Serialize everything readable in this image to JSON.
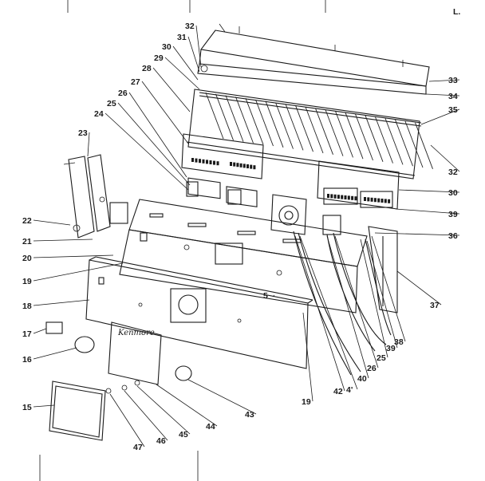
{
  "callouts": [
    {
      "id": "c32a",
      "text": "32"
    },
    {
      "id": "c31",
      "text": "31"
    },
    {
      "id": "c30a",
      "text": "30"
    },
    {
      "id": "c29",
      "text": "29"
    },
    {
      "id": "c28",
      "text": "28"
    },
    {
      "id": "c27",
      "text": "27"
    },
    {
      "id": "c26a",
      "text": "26"
    },
    {
      "id": "c25a",
      "text": "25"
    },
    {
      "id": "c24",
      "text": "24"
    },
    {
      "id": "c23",
      "text": "23"
    },
    {
      "id": "c33",
      "text": "33"
    },
    {
      "id": "c34",
      "text": "34"
    },
    {
      "id": "c35",
      "text": "35"
    },
    {
      "id": "c32b",
      "text": "32"
    },
    {
      "id": "c30b",
      "text": "30"
    },
    {
      "id": "c39a",
      "text": "39"
    },
    {
      "id": "c36",
      "text": "36"
    },
    {
      "id": "c37",
      "text": "37"
    },
    {
      "id": "c22",
      "text": "22"
    },
    {
      "id": "c21",
      "text": "21"
    },
    {
      "id": "c20",
      "text": "20"
    },
    {
      "id": "c19a",
      "text": "19"
    },
    {
      "id": "c18",
      "text": "18"
    },
    {
      "id": "c17",
      "text": "17"
    },
    {
      "id": "c16",
      "text": "16"
    },
    {
      "id": "c15",
      "text": "15"
    },
    {
      "id": "c47",
      "text": "47"
    },
    {
      "id": "c46",
      "text": "46"
    },
    {
      "id": "c45",
      "text": "45"
    },
    {
      "id": "c44",
      "text": "44"
    },
    {
      "id": "c43",
      "text": "43"
    },
    {
      "id": "c19b",
      "text": "19"
    },
    {
      "id": "c42",
      "text": "42"
    },
    {
      "id": "c4",
      "text": "4'"
    },
    {
      "id": "c40",
      "text": "40"
    },
    {
      "id": "c26b",
      "text": "26"
    },
    {
      "id": "c25b",
      "text": "25"
    },
    {
      "id": "c39b",
      "text": "39"
    },
    {
      "id": "c38",
      "text": "38"
    },
    {
      "id": "c5",
      "text": "5"
    },
    {
      "id": "cL",
      "text": "L."
    }
  ],
  "brand_script": "Kenmore"
}
